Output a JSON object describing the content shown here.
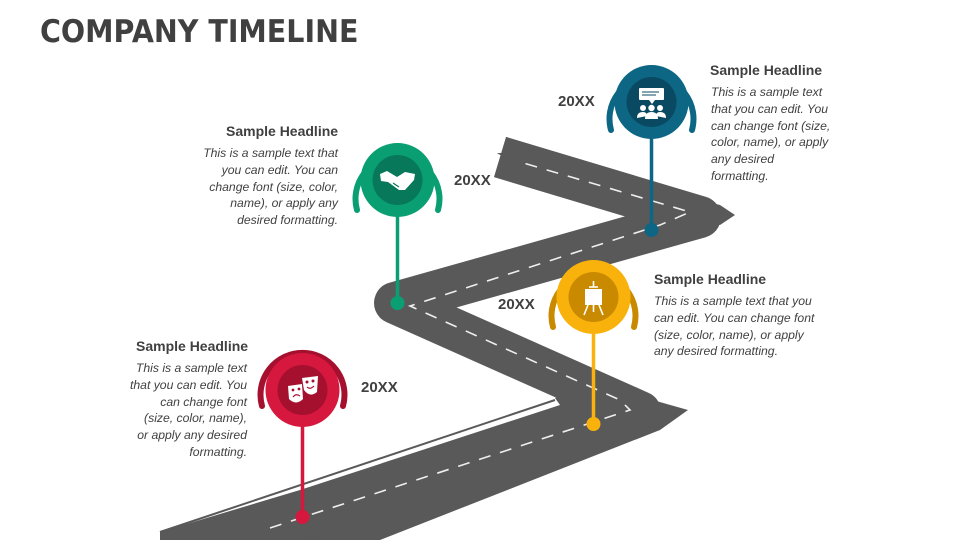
{
  "title": "COMPANY TIMELINE",
  "colors": {
    "road": "#595959",
    "text": "#404040",
    "red": "#d6173e",
    "red_dark": "#a5102e",
    "green": "#0a9f72",
    "green_dark": "#08785a",
    "gold": "#f9b20c",
    "gold_dark": "#c98a00",
    "blue": "#0c6684",
    "blue_dark": "#094a62"
  },
  "milestones": [
    {
      "id": "milestone-1",
      "year": "20XX",
      "headline": "Sample Headline",
      "body": "This is a sample text that you can edit. You can change font (size, color, name), or apply any desired formatting.",
      "icon": "theater-masks-icon",
      "color": "red"
    },
    {
      "id": "milestone-2",
      "year": "20XX",
      "headline": "Sample Headline",
      "body": "This is a sample text that you can edit. You can change font (size, color, name), or apply any desired formatting.",
      "icon": "handshake-icon",
      "color": "green"
    },
    {
      "id": "milestone-3",
      "year": "20XX",
      "headline": "Sample Headline",
      "body": "This is a sample text that you can edit. You can change font (size, color, name), or apply any desired formatting.",
      "icon": "easel-icon",
      "color": "gold"
    },
    {
      "id": "milestone-4",
      "year": "20XX",
      "headline": "Sample Headline",
      "body": "This is a sample text that you can edit. You can change font (size, color, name), or apply any desired formatting.",
      "icon": "presentation-group-icon",
      "color": "blue"
    }
  ]
}
